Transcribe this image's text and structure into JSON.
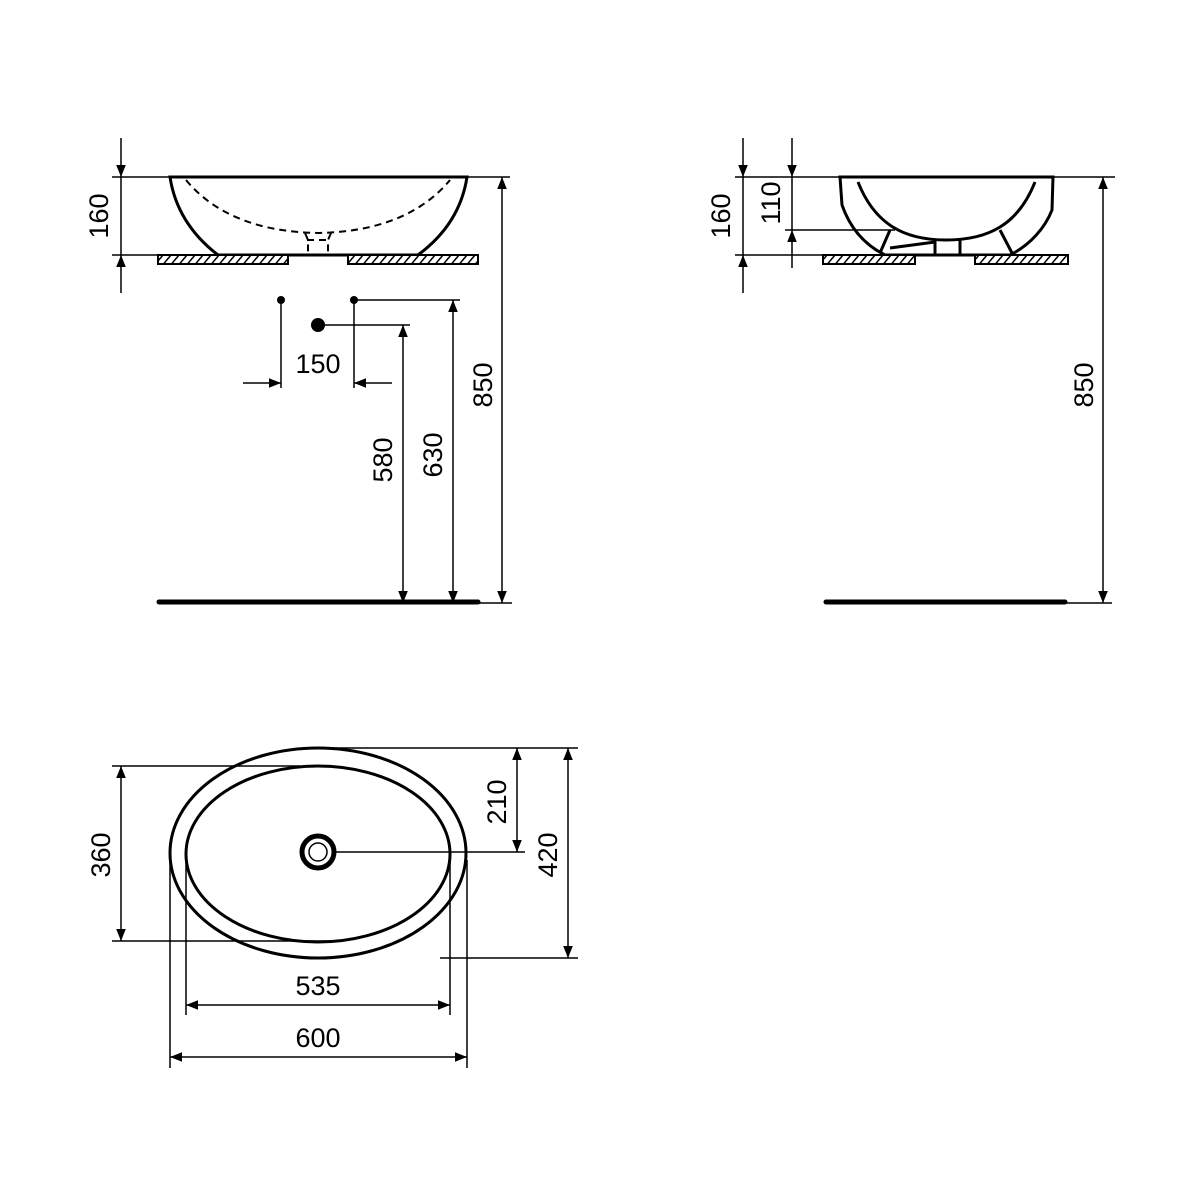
{
  "front_view": {
    "height": "160",
    "tap_spacing": "150",
    "waste_height": "580",
    "tap_height": "630",
    "top_height": "850"
  },
  "side_view": {
    "height": "160",
    "bowl_depth": "110",
    "top_height": "850"
  },
  "plan_view": {
    "waste_offset": "210",
    "outer_depth": "420",
    "inner_depth": "360",
    "inner_width": "535",
    "outer_width": "600"
  },
  "colors": {
    "line": "#000000",
    "background": "#ffffff"
  }
}
